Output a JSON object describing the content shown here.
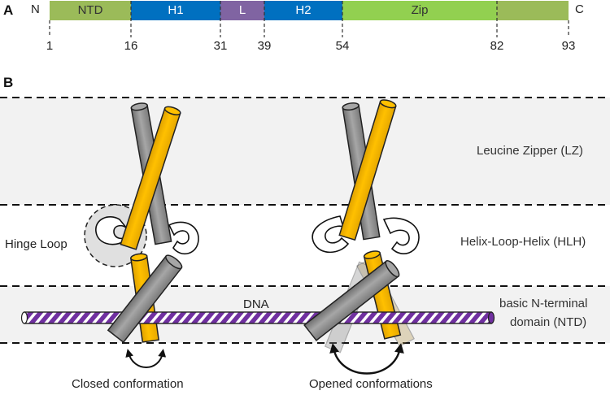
{
  "panels": {
    "a": "A",
    "b": "B"
  },
  "domain_bar": {
    "n_terminus": "N",
    "c_terminus": "C",
    "segments": [
      {
        "label": "NTD",
        "start": 1,
        "end": 16,
        "color": "#9bbb59"
      },
      {
        "label": "H1",
        "start": 16,
        "end": 31,
        "color": "#0070c0"
      },
      {
        "label": "L",
        "start": 31,
        "end": 39,
        "color": "#8064a2"
      },
      {
        "label": "H2",
        "start": 39,
        "end": 54,
        "color": "#0070c0"
      },
      {
        "label": "Zip",
        "start": 54,
        "end": 82,
        "color": "#92d050"
      },
      {
        "label": "",
        "start": 82,
        "end": 93,
        "color": "#9bbb59"
      }
    ],
    "positions": [
      "1",
      "16",
      "31",
      "39",
      "54",
      "82",
      "93"
    ]
  },
  "regions": {
    "lz": "Leucine Zipper (LZ)",
    "hlh": "Helix-Loop-Helix (HLH)",
    "ntd_line1": "basic N-terminal",
    "ntd_line2": "domain (NTD)"
  },
  "labels": {
    "hinge_loop": "Hinge Loop",
    "dna": "DNA",
    "closed": "Closed conformation",
    "opened": "Opened conformations"
  },
  "colors": {
    "helix_gray": "#8c8c8c",
    "helix_orange": "#ffc000",
    "dna_purple": "#7030a0",
    "band_fill": "#f2f2f2"
  }
}
